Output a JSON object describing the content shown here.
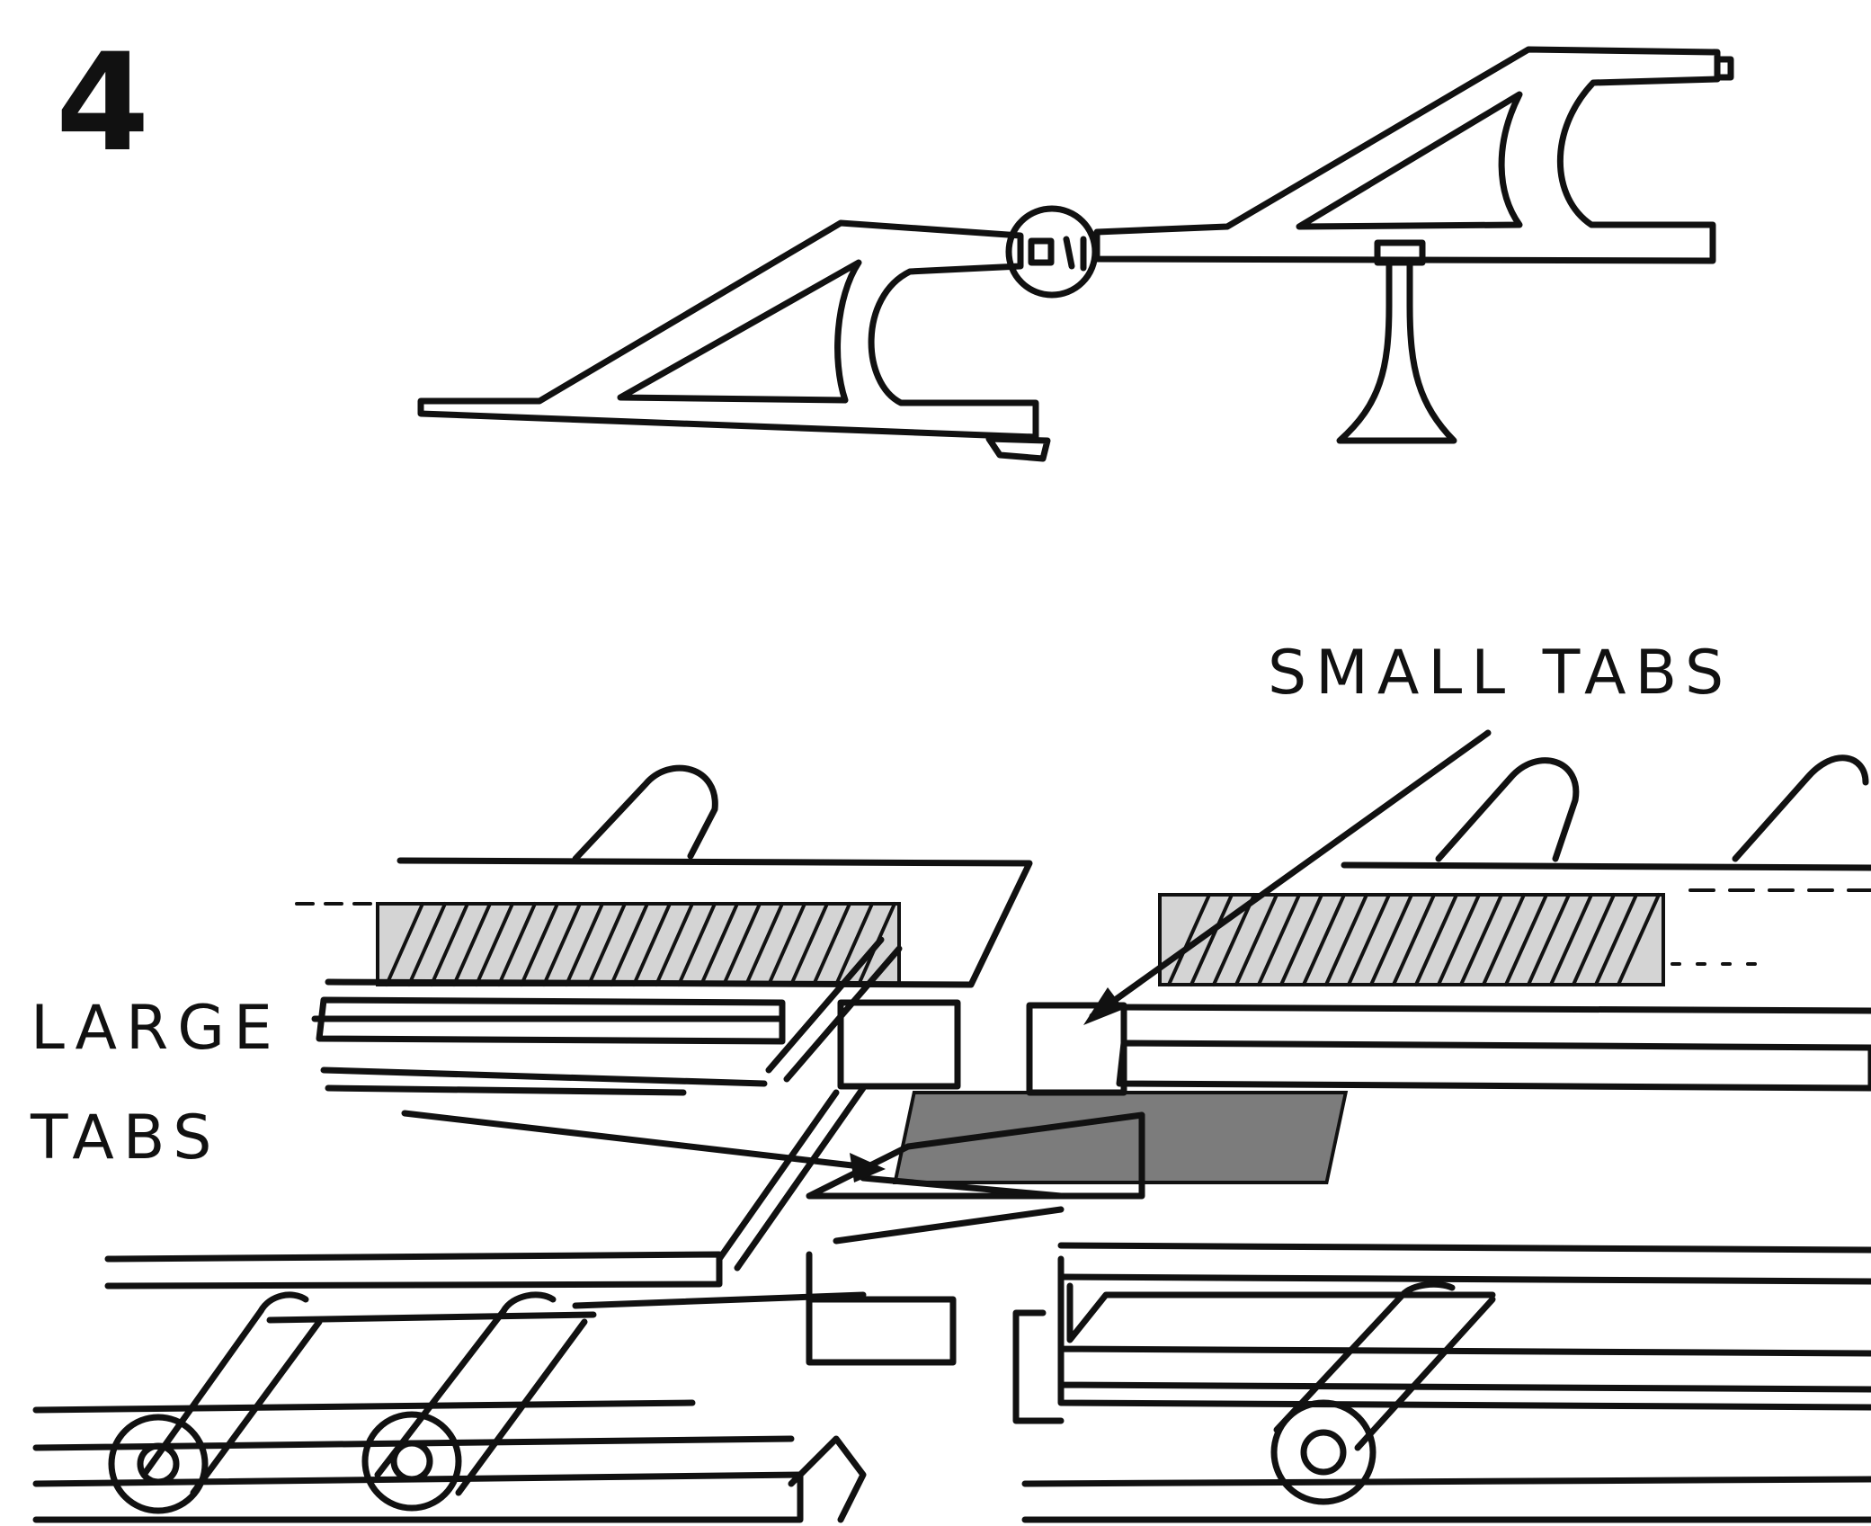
{
  "figure": {
    "step_number": "4",
    "labels": {
      "small_tabs": "SMALL TABS",
      "large_tabs_line1": "LARGE",
      "large_tabs_line2": "TABS"
    }
  },
  "colors": {
    "ink": "#111111",
    "paper": "#ffffff"
  }
}
